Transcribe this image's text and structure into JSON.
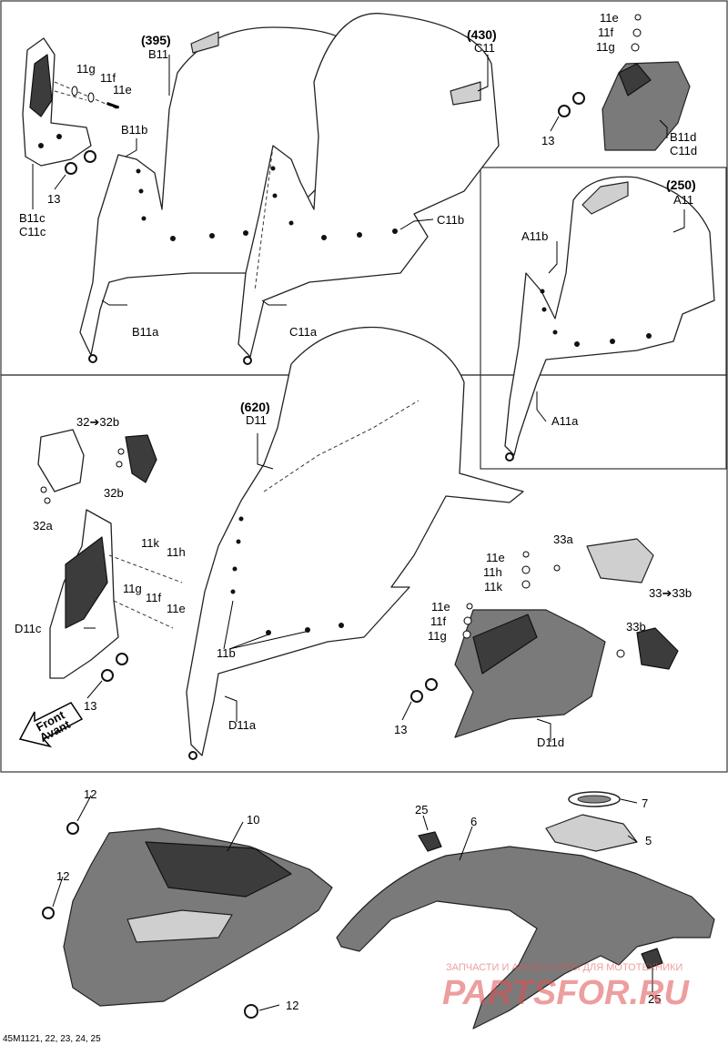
{
  "diagram_code": "45M1121, 22, 23, 24, 25",
  "windshields": [
    {
      "qty": "(395)",
      "ref": "B11"
    },
    {
      "qty": "(430)",
      "ref": "C11"
    },
    {
      "qty": "(250)",
      "ref": "A11"
    },
    {
      "qty": "(620)",
      "ref": "D11"
    }
  ],
  "labels": {
    "b11b": "B11b",
    "b11a": "B11a",
    "c11a": "C11a",
    "c11b": "C11b",
    "b11c": "B11c",
    "c11c": "C11c",
    "b11d": "B11d",
    "c11d": "C11d",
    "a11a": "A11a",
    "a11b": "A11b",
    "d11a": "D11a",
    "d11b": "11b",
    "d11c": "D11c",
    "d11d": "D11d",
    "p11e": "11e",
    "p11f": "11f",
    "p11g": "11g",
    "p11h": "11h",
    "p11k": "11k",
    "p13": "13",
    "p32to32b": "32➔32b",
    "p32a": "32a",
    "p32b": "32b",
    "p33to33b": "33➔33b",
    "p33a": "33a",
    "p33b": "33b",
    "p12": "12",
    "p10": "10",
    "p25": "25",
    "p6": "6",
    "p5": "5",
    "p7": "7"
  },
  "front_arrow": {
    "line1": "Front",
    "line2": "Avant"
  },
  "watermark": {
    "line1": "ЗАПЧАСТИ И АКСЕССУАРЫ ДЛЯ МОТОТЕХНИКИ",
    "line2": "PARTSFOR.RU",
    "color": "#e05050"
  }
}
